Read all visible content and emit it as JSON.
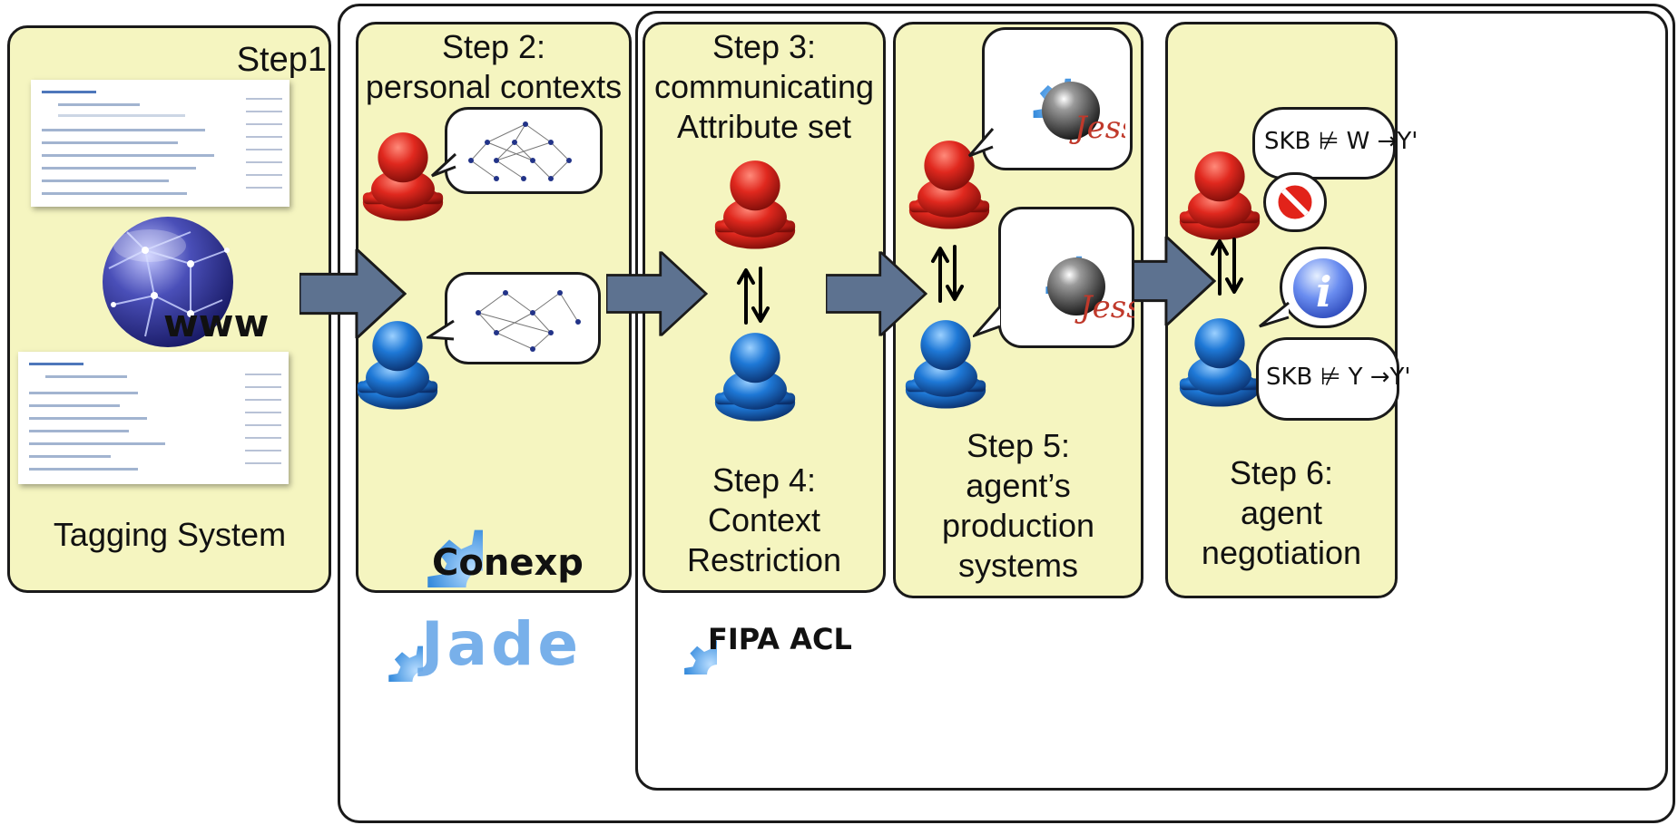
{
  "colors": {
    "panel": "#f5f5c0",
    "border": "#1a1a1a",
    "arrow": "#5d7290",
    "agent_red": "#d8261e",
    "agent_blue": "#1e6fc8",
    "gear": "#3a8ede"
  },
  "steps": {
    "step1": {
      "title": "Step1",
      "caption": "Tagging System",
      "globe_label": "www"
    },
    "step2": {
      "title": "Step 2:\npersonal contexts",
      "tool": "Conexp"
    },
    "step3": {
      "title": "Step 3:\ncommunicating\nAttribute set"
    },
    "step4": {
      "title": "Step 4:\nContext\nRestriction"
    },
    "step5": {
      "title": "Step 5:\nagent’s\nproduction\nsystems",
      "logo_text": "Jess"
    },
    "step6": {
      "title": "Step 6:\nagent\nnegotiation",
      "formula_red": "SKB ⊭ W →Y'",
      "formula_blue": "SKB ⊭ Y →Y'"
    }
  },
  "frameworks": {
    "jade": "Jade",
    "fipa": "FIPA ACL"
  },
  "icons": [
    "globe-icon",
    "gear-icon",
    "agent-icon",
    "stop-icon",
    "info-icon",
    "exchange-arrows-icon",
    "flow-arrow-icon",
    "jess-logo-icon",
    "lattice-graph-icon"
  ]
}
